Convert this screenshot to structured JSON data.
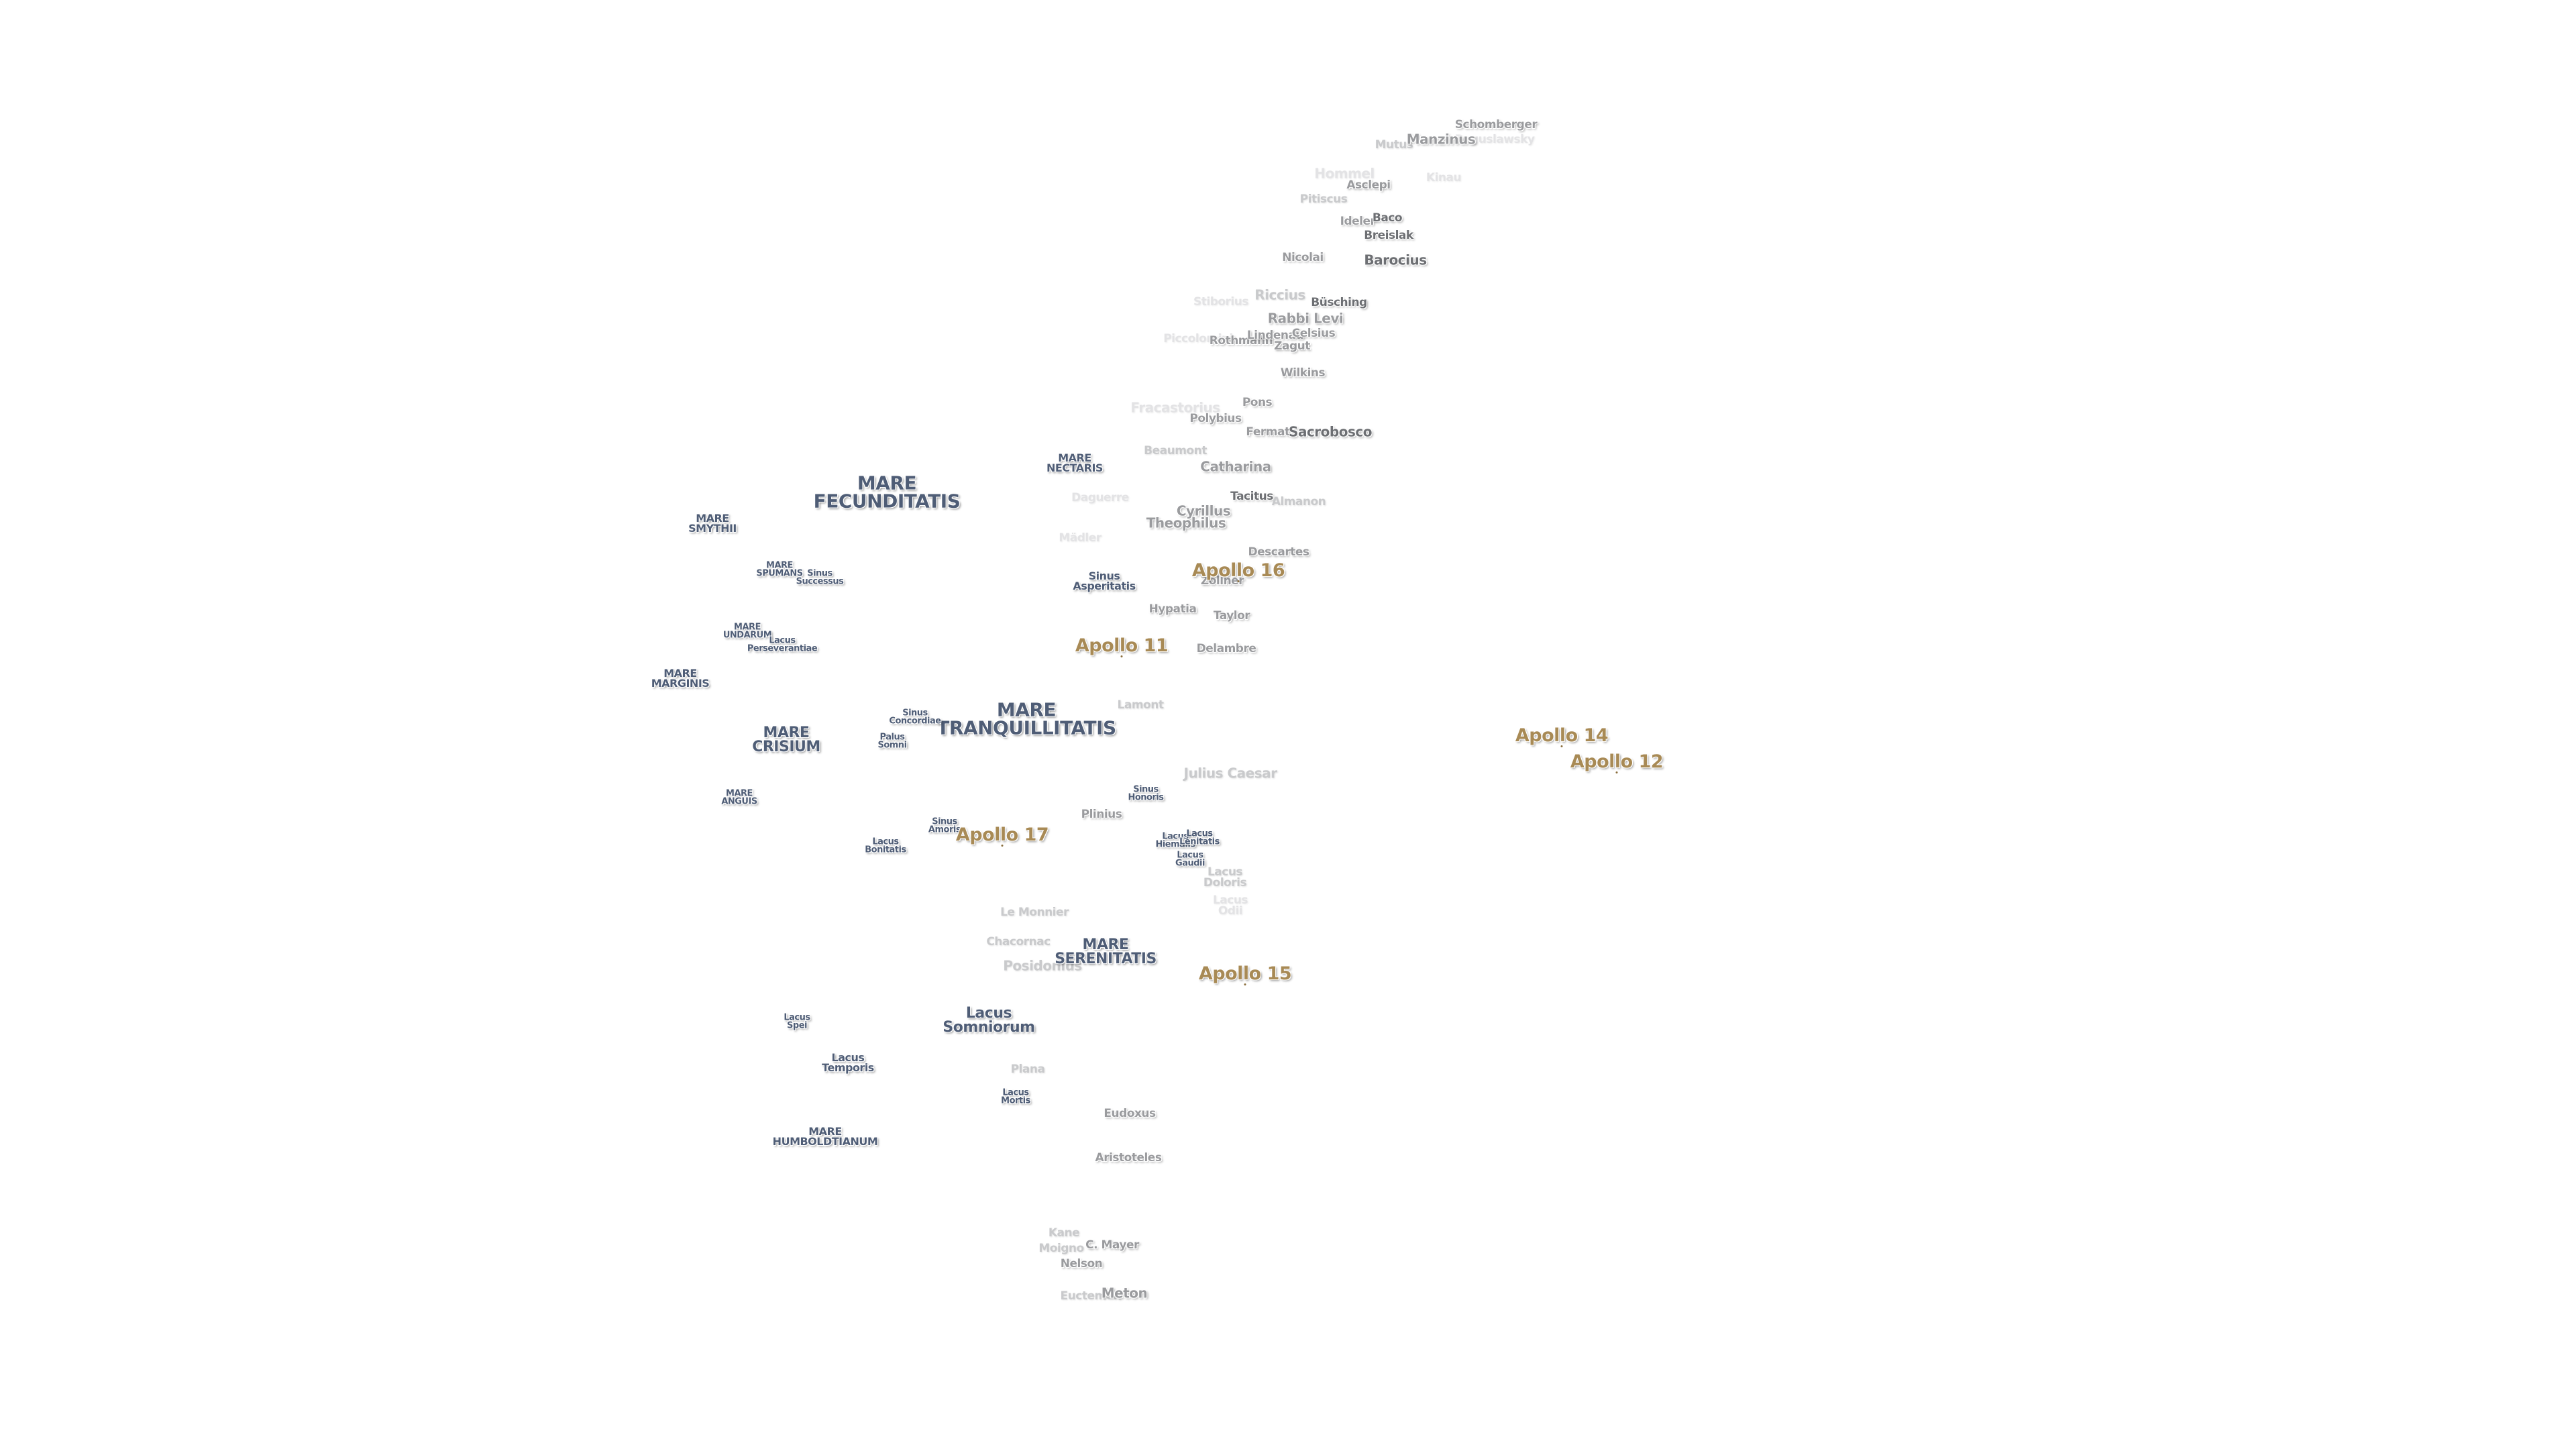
{
  "maria": {
    "fecunditatis": "MARE\nFECUNDITATIS",
    "nectaris": "MARE\nNECTARIS",
    "smythii": "MARE\nSMYTHII",
    "spumans": "MARE\nSPUMANS",
    "sinus_successus": "Sinus\nSuccessus",
    "undarum": "MARE\nUNDARUM",
    "lacus_perseverantiae": "Lacus\nPerseverantiae",
    "marginis": "MARE\nMARGINIS",
    "crisium": "MARE\nCRISIUM",
    "tranquillitatis": "MARE\nTRANQUILLITATIS",
    "sinus_concordiae": "Sinus\nConcordiae",
    "palus_somni": "Palus\nSomni",
    "anguis": "MARE\nANGUIS",
    "sinus_asperitatis": "Sinus\nAsperitatis",
    "sinus_honoris": "Sinus\nHonoris",
    "sinus_amoris": "Sinus\nAmoris",
    "lacus_bonitatis": "Lacus\nBonitatis",
    "lacus_hiemalis": "Lacus\nHiemalis",
    "lacus_lenitatis": "Lacus\nLenitatis",
    "lacus_gaudii": "Lacus\nGaudii",
    "lacus_doloris": "Lacus\nDoloris",
    "lacus_odii": "Lacus\nOdii",
    "serenitatis": "MARE\nSERENITATIS",
    "lacus_spei": "Lacus\nSpei",
    "lacus_somniorum": "Lacus\nSomniorum",
    "lacus_temporis": "Lacus\nTemporis",
    "lacus_mortis": "Lacus\nMortis",
    "humboldtianum": "MARE\nHUMBOLDTIANUM"
  },
  "craters": {
    "schomberger": "Schomberger",
    "mutus": "Mutus",
    "manzinus": "Manzinus",
    "boguslawsky": "Boguslawsky",
    "hommel": "Hommel",
    "asclepi": "Asclepi",
    "kinau": "Kinau",
    "pitiscus": "Pitiscus",
    "ideler": "Ideler",
    "baco": "Baco",
    "breislak": "Breislak",
    "nicolai": "Nicolai",
    "barocius": "Barocius",
    "riccius": "Riccius",
    "stiborius": "Stiborius",
    "buch": "Büsching",
    "rabbi_levi": "Rabbi Levi",
    "piccolomini": "Piccolomini",
    "rothmann": "Rothmann",
    "lindenau": "Lindenau",
    "celsius": "Celsius",
    "zagut": "Zagut",
    "wilkins": "Wilkins",
    "fracastorius": "Fracastorius",
    "pons": "Pons",
    "polybius": "Polybius",
    "fermat": "Fermat",
    "sacrobosco": "Sacrobosco",
    "beaumont": "Beaumont",
    "catharina": "Catharina",
    "daguerre": "Daguerre",
    "tacitus": "Tacitus",
    "cyrillus": "Cyrillus",
    "almanon": "Almanon",
    "theophilus": "Theophilus",
    "mdler": "Mädler",
    "descartes": "Descartes",
    "zollner": "Zöllner",
    "hypatia": "Hypatia",
    "taylor": "Taylor",
    "delambre": "Delambre",
    "lamont": "Lamont",
    "julius_caesar": "Julius Caesar",
    "plinius": "Plinius",
    "le_monnier": "Le Monnier",
    "chacornac": "Chacornac",
    "posidonius": "Posidonius",
    "plana": "Plana",
    "eudoxus": "Eudoxus",
    "aristoteles": "Aristoteles",
    "kane": "Kane",
    "moigno": "Moigno",
    "c_mayer": "C. Mayer",
    "nelson": "Nelson",
    "meton": "Meton",
    "euctemon": "Euctemon"
  },
  "apollo": {
    "a11": "Apollo 11",
    "a12": "Apollo 12",
    "a14": "Apollo 14",
    "a15": "Apollo 15",
    "a16": "Apollo 16",
    "a17": "Apollo 17"
  }
}
